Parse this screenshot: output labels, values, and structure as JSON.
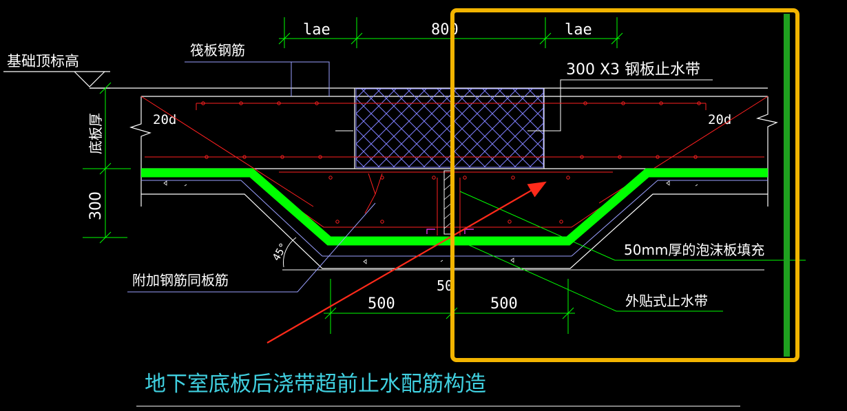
{
  "labels": {
    "foundation_top_elev": "基础顶标高",
    "slab_rebar": "筏板钢筋",
    "slab_thickness": "底板厚",
    "dim_300": "300",
    "lae_left": "lae",
    "lae_right": "lae",
    "dim_800": "800",
    "steel_waterstop": "300 X3 钢板止水带",
    "anchor_20d_left": "20d",
    "anchor_20d_right": "20d",
    "angle_45": "45°",
    "additional_rebar": "附加钢筋同板筋",
    "dim_500_left": "500",
    "dim_500_right": "500",
    "dim_50": "50",
    "foam_filler": "50mm厚的泡沫板填充",
    "external_waterstop": "外贴式止水带",
    "title": "地下室底板后浇带超前止水配筋构造"
  },
  "colors": {
    "background": "#000000",
    "concrete_line": "#ffffff",
    "rebar": "#ff2020",
    "waterproof": "#00ff00",
    "dimension": "#00ff00",
    "leader": "#9aa0ff",
    "text": "#ffffff",
    "title": "#40d0e0",
    "hatch": "#8080ff",
    "highlight_box": "#f2b400",
    "highlight_bar": "#1fa01f",
    "arrow": "#ff2a1a",
    "ground": "#00c0c0"
  }
}
